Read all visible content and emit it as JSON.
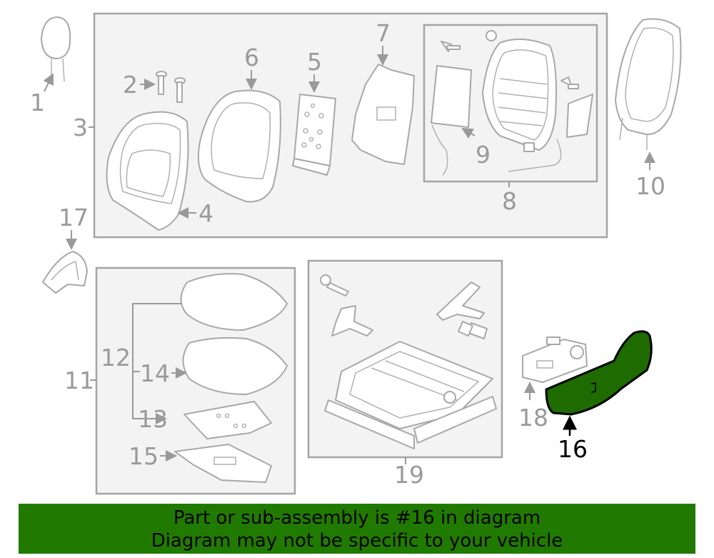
{
  "diagram": {
    "highlight_color": "#1e6b00",
    "callouts": {
      "c1": "1",
      "c2": "2",
      "c3": "3",
      "c4": "4",
      "c5": "5",
      "c6": "6",
      "c7": "7",
      "c8": "8",
      "c9": "9",
      "c10": "10",
      "c11": "11",
      "c12": "12",
      "c13": "13",
      "c14": "14",
      "c15": "15",
      "c16": "16",
      "c17": "17",
      "c18": "18",
      "c19": "19"
    },
    "highlighted_part": "16"
  },
  "banner": {
    "background": "#217a00",
    "line1": "Part or sub-assembly is #16 in diagram",
    "line2": "Diagram may not be specific to your vehicle"
  }
}
